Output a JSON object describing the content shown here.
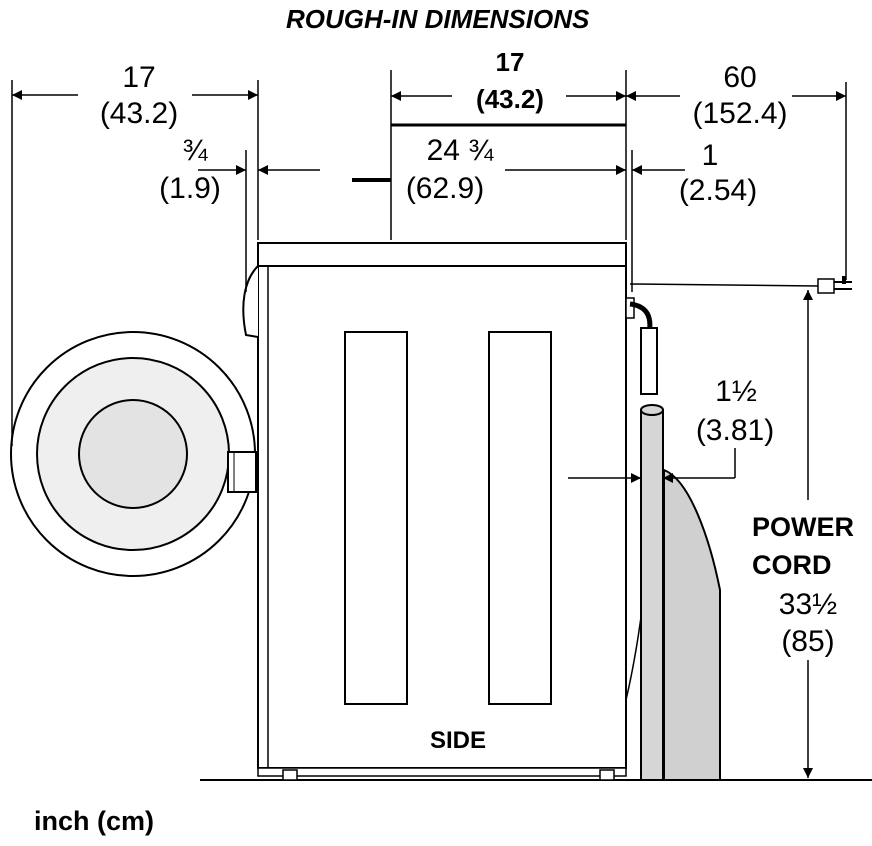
{
  "title": "ROUGH-IN DIMENSIONS",
  "units_note": "inch (cm)",
  "view_label": "SIDE",
  "dimensions": {
    "front_offset": {
      "inch": "17",
      "cm": "(43.2)"
    },
    "door_clearance": {
      "inch": "¾",
      "cm": "(1.9)"
    },
    "top_depth": {
      "inch": "17",
      "cm": "(43.2)"
    },
    "cabinet_depth": {
      "inch": "24 ¾",
      "cm": "(62.9)"
    },
    "cord_length": {
      "inch": "60",
      "cm": "(152.4)"
    },
    "rear_clearance": {
      "inch": "1",
      "cm": "(2.54)"
    },
    "hose_clearance": {
      "inch": "1½",
      "cm": "(3.81)"
    },
    "cord_height": {
      "line1": "POWER",
      "line2": "CORD",
      "inch": "33½",
      "cm": "(85)"
    }
  },
  "colors": {
    "line": "#000000",
    "background": "#ffffff",
    "door_glass": "#e3e3e3",
    "standpipe": "#d0d0d0"
  }
}
